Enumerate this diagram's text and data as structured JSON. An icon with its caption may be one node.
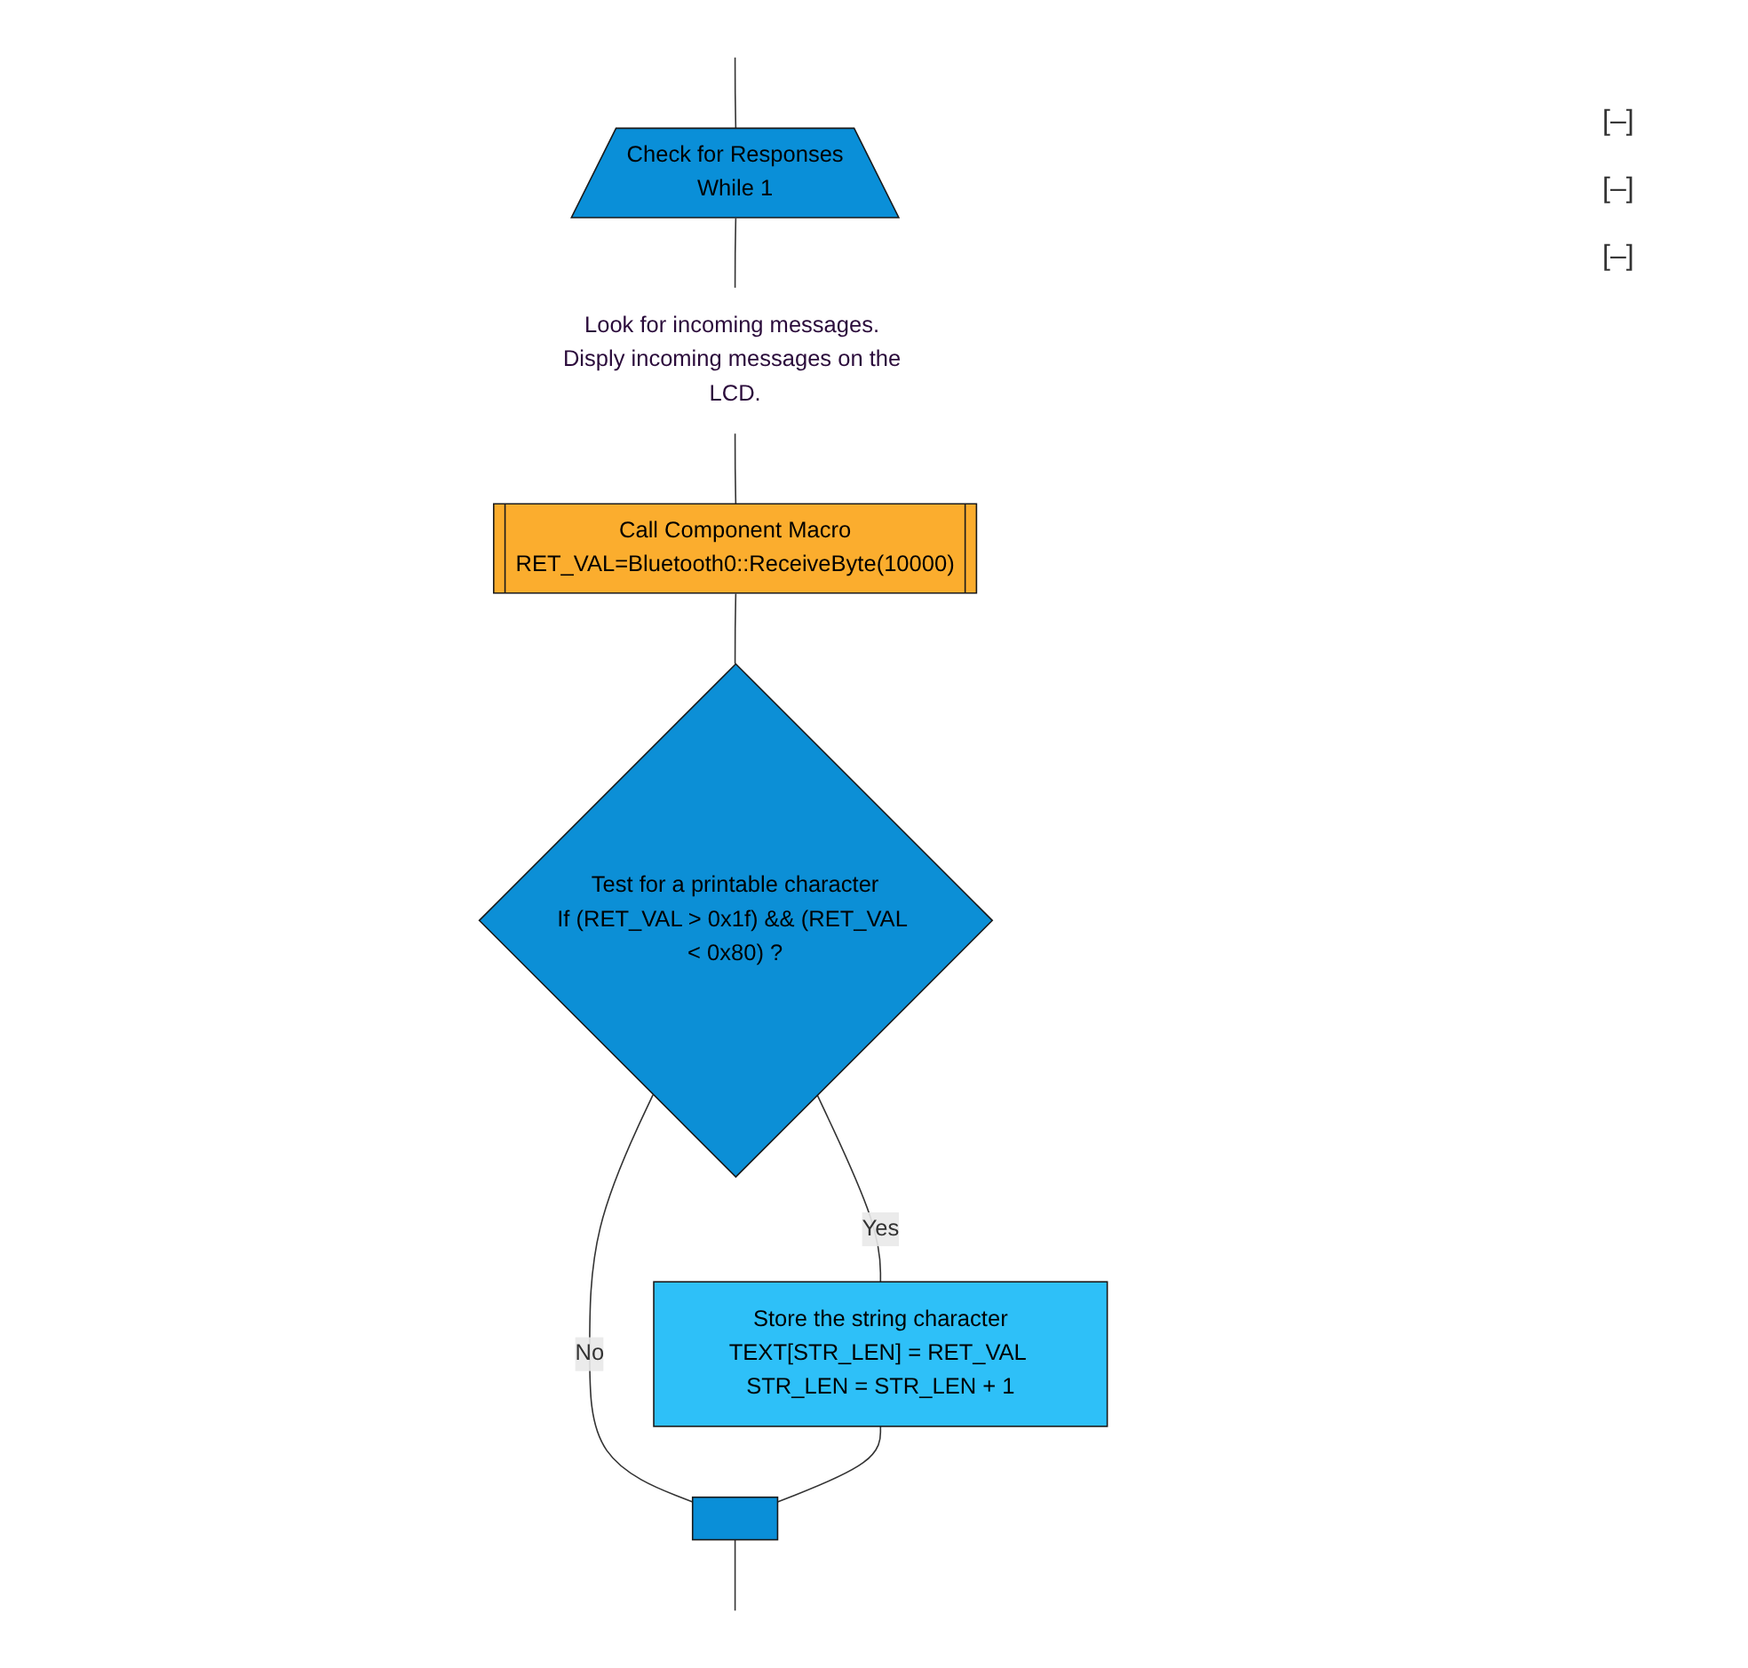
{
  "diagram": {
    "nodes": [
      {
        "text": [
          "Check for Responses",
          "While 1"
        ]
      },
      {
        "text": [
          "Look for incoming messages. Disply incoming messages on the LCD."
        ]
      },
      {
        "text": [
          "Call Component Macro",
          "RET_VAL=Bluetooth0::ReceiveByte(10000)"
        ]
      },
      {
        "text": [
          "Test for a printable character",
          "If (RET_VAL > 0x1f) && (RET_VAL < 0x80) ?"
        ]
      },
      {
        "text": [
          "Store the string character",
          "TEXT[STR_LEN] = RET_VAL STR_LEN = STR_LEN + 1"
        ]
      },
      {
        "text": [],
        "shape": "box"
      }
    ],
    "edges": [
      {
        "from": null,
        "to": 0,
        "arrow": "none"
      },
      {
        "from": 0,
        "to": 1,
        "arrow": "none"
      },
      {
        "from": 1,
        "to": 2,
        "arrow": "none"
      },
      {
        "from": 2,
        "to": 3,
        "arrow": "none"
      },
      {
        "from": 3,
        "to": 4,
        "label": "Yes",
        "arrow": "none"
      },
      {
        "from": 3,
        "to": 5,
        "label": "No",
        "arrow": "none"
      },
      {
        "from": 4,
        "to": 5,
        "arrow": "none"
      },
      {
        "from": 5,
        "to": null,
        "arrow": "none"
      }
    ],
    "labels": [
      "[–]",
      "[–]",
      "[–]"
    ]
  }
}
